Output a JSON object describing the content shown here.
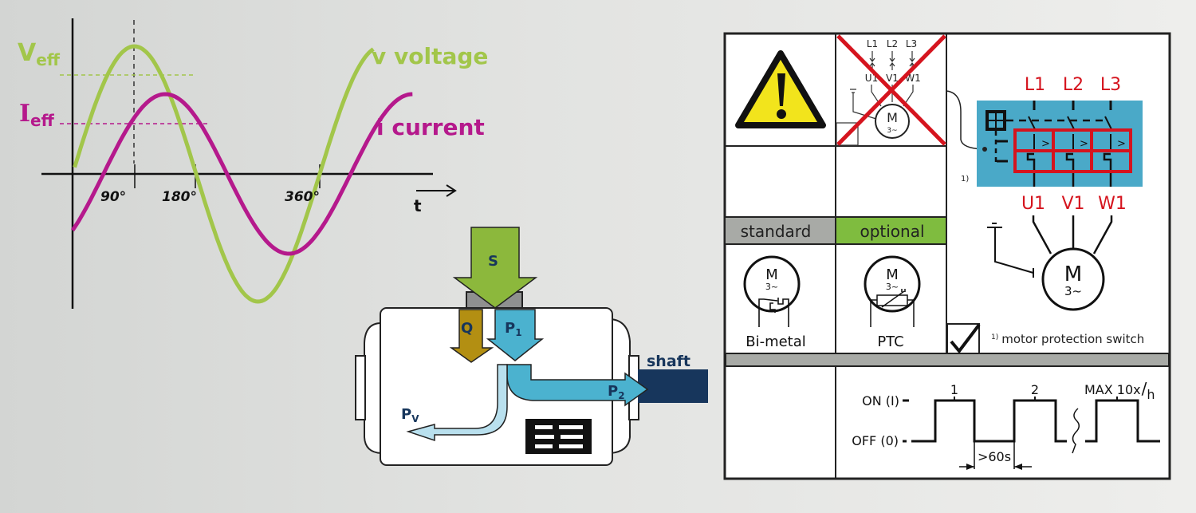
{
  "waveform": {
    "v_eff_label": "V",
    "v_eff_sub": "eff",
    "i_eff_label": "I",
    "i_eff_sub": "eff",
    "voltage_label": "v  voltage",
    "current_label": "i current",
    "tick_90": "90°",
    "tick_180": "180°",
    "tick_360": "360°",
    "time_label": "t",
    "colors": {
      "voltage": "#a2c64a",
      "current": "#b5198c"
    }
  },
  "power_flow": {
    "s_label": "S",
    "q_label": "Q",
    "p1_label": "P",
    "p1_sub": "1",
    "p2_label": "P",
    "p2_sub": "2",
    "pv_label": "P",
    "pv_sub": "V",
    "shaft_label": "shaft",
    "colors": {
      "s": "#8cb83c",
      "q": "#b38f12",
      "p1": "#4bb2cf",
      "pv": "#b9e0ee",
      "shaft": "#17365c",
      "text": "#17365c"
    }
  },
  "wiring_panel": {
    "crossed_diagram": {
      "lines": [
        "L1",
        "L2",
        "L3"
      ],
      "terminals": [
        "U1",
        "V1",
        "W1"
      ],
      "motor_label": "M",
      "motor_sub": "3~"
    },
    "correct_diagram": {
      "lines": [
        "L1",
        "L2",
        "L3"
      ],
      "terminals": [
        "U1",
        "V1",
        "W1"
      ],
      "footnote_marker": "1)",
      "motor_label": "M",
      "motor_sub": "3~",
      "footnote": "motor protection switch",
      "footnote_superscript": "1)"
    },
    "standard_header": "standard",
    "optional_header": "optional",
    "standard_item": {
      "label": "Bi-metal",
      "motor_label": "M",
      "motor_sub": "3~"
    },
    "optional_item": {
      "label": "PTC",
      "motor_label": "M",
      "motor_sub": "3~"
    },
    "switching": {
      "on_label": "ON (I)",
      "off_label": "OFF (0)",
      "cycle_1": "1",
      "cycle_2": "2",
      "max_label": "MAX 10x",
      "max_unit": "h",
      "interval_label": ">60s"
    },
    "colors": {
      "standard": "#a8aaa6",
      "optional": "#7fbc3f",
      "blue": "#4aa9c8",
      "red": "#d5141e",
      "warning": "#f2e41c"
    }
  }
}
